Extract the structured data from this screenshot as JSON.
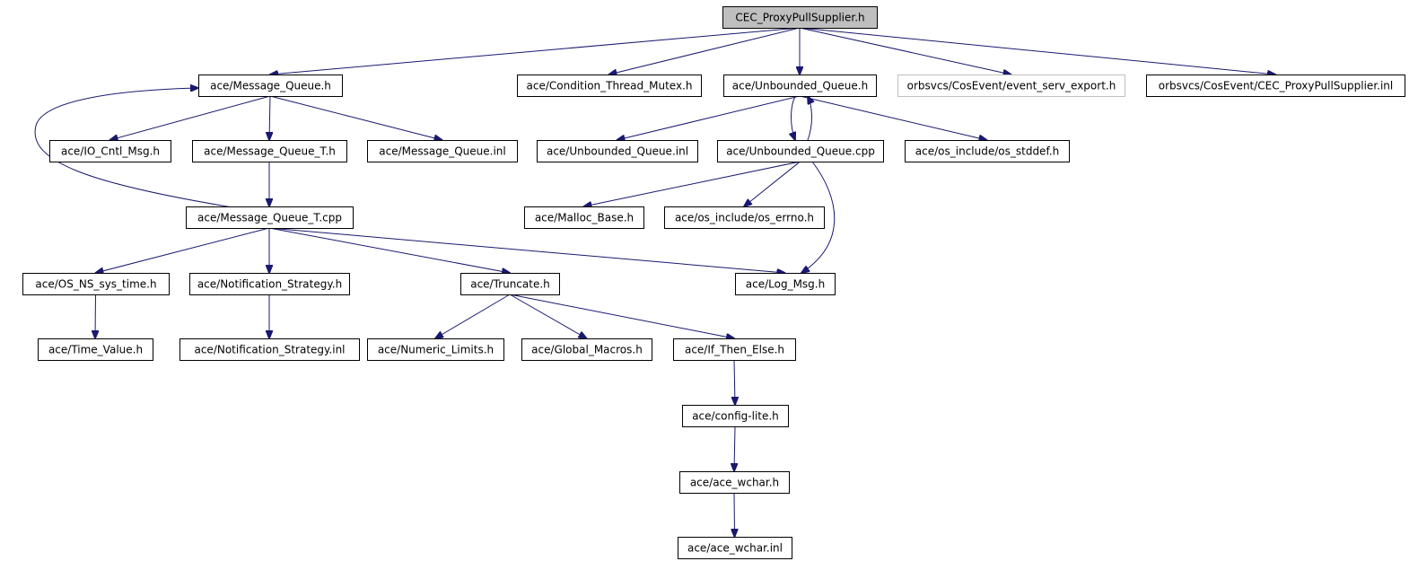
{
  "diagram": {
    "nodes": [
      {
        "id": "root",
        "label": "CEC_ProxyPullSupplier.h",
        "style": "root"
      },
      {
        "id": "mq_h",
        "label": "ace/Message_Queue.h"
      },
      {
        "id": "ctm",
        "label": "ace/Condition_Thread_Mutex.h"
      },
      {
        "id": "uq_h",
        "label": "ace/Unbounded_Queue.h"
      },
      {
        "id": "ese",
        "label": "orbsvcs/CosEvent/event_serv_export.h",
        "style": "ext"
      },
      {
        "id": "cec_inl",
        "label": "orbsvcs/CosEvent/CEC_ProxyPullSupplier.inl"
      },
      {
        "id": "iocntl",
        "label": "ace/IO_Cntl_Msg.h"
      },
      {
        "id": "mqt_h",
        "label": "ace/Message_Queue_T.h"
      },
      {
        "id": "mq_inl",
        "label": "ace/Message_Queue.inl"
      },
      {
        "id": "uq_inl",
        "label": "ace/Unbounded_Queue.inl"
      },
      {
        "id": "uq_cpp",
        "label": "ace/Unbounded_Queue.cpp"
      },
      {
        "id": "stddef",
        "label": "ace/os_include/os_stddef.h"
      },
      {
        "id": "mqt_cpp",
        "label": "ace/Message_Queue_T.cpp"
      },
      {
        "id": "malloc",
        "label": "ace/Malloc_Base.h"
      },
      {
        "id": "errno",
        "label": "ace/os_include/os_errno.h"
      },
      {
        "id": "systime",
        "label": "ace/OS_NS_sys_time.h"
      },
      {
        "id": "notif_h",
        "label": "ace/Notification_Strategy.h"
      },
      {
        "id": "trunc",
        "label": "ace/Truncate.h"
      },
      {
        "id": "logmsg",
        "label": "ace/Log_Msg.h"
      },
      {
        "id": "timeval",
        "label": "ace/Time_Value.h"
      },
      {
        "id": "notif_inl",
        "label": "ace/Notification_Strategy.inl"
      },
      {
        "id": "numlim",
        "label": "ace/Numeric_Limits.h"
      },
      {
        "id": "globmac",
        "label": "ace/Global_Macros.h"
      },
      {
        "id": "ifthen",
        "label": "ace/If_Then_Else.h"
      },
      {
        "id": "config",
        "label": "ace/config-lite.h"
      },
      {
        "id": "wchar_h",
        "label": "ace/ace_wchar.h"
      },
      {
        "id": "wchar_inl",
        "label": "ace/ace_wchar.inl"
      }
    ],
    "edges": [
      {
        "from": "root",
        "to": "mq_h"
      },
      {
        "from": "root",
        "to": "ctm"
      },
      {
        "from": "root",
        "to": "uq_h"
      },
      {
        "from": "root",
        "to": "ese"
      },
      {
        "from": "root",
        "to": "cec_inl"
      },
      {
        "from": "mq_h",
        "to": "iocntl"
      },
      {
        "from": "mq_h",
        "to": "mqt_h"
      },
      {
        "from": "mq_h",
        "to": "mq_inl"
      },
      {
        "from": "mqt_h",
        "to": "mqt_cpp"
      },
      {
        "from": "mqt_cpp",
        "to": "mq_h"
      },
      {
        "from": "mqt_cpp",
        "to": "systime"
      },
      {
        "from": "mqt_cpp",
        "to": "notif_h"
      },
      {
        "from": "mqt_cpp",
        "to": "trunc"
      },
      {
        "from": "mqt_cpp",
        "to": "logmsg"
      },
      {
        "from": "uq_h",
        "to": "uq_inl"
      },
      {
        "from": "uq_h",
        "to": "uq_cpp"
      },
      {
        "from": "uq_h",
        "to": "stddef"
      },
      {
        "from": "uq_cpp",
        "to": "uq_h"
      },
      {
        "from": "uq_cpp",
        "to": "malloc"
      },
      {
        "from": "uq_cpp",
        "to": "errno"
      },
      {
        "from": "uq_cpp",
        "to": "logmsg"
      },
      {
        "from": "systime",
        "to": "timeval"
      },
      {
        "from": "notif_h",
        "to": "notif_inl"
      },
      {
        "from": "trunc",
        "to": "numlim"
      },
      {
        "from": "trunc",
        "to": "globmac"
      },
      {
        "from": "trunc",
        "to": "ifthen"
      },
      {
        "from": "ifthen",
        "to": "config"
      },
      {
        "from": "config",
        "to": "wchar_h"
      },
      {
        "from": "wchar_h",
        "to": "wchar_inl"
      }
    ],
    "colors": {
      "edge": "#191970",
      "node_border": "#000000",
      "root_fill": "#bfbfbf",
      "external_border": "#bfbfbf",
      "background": "#ffffff"
    }
  }
}
